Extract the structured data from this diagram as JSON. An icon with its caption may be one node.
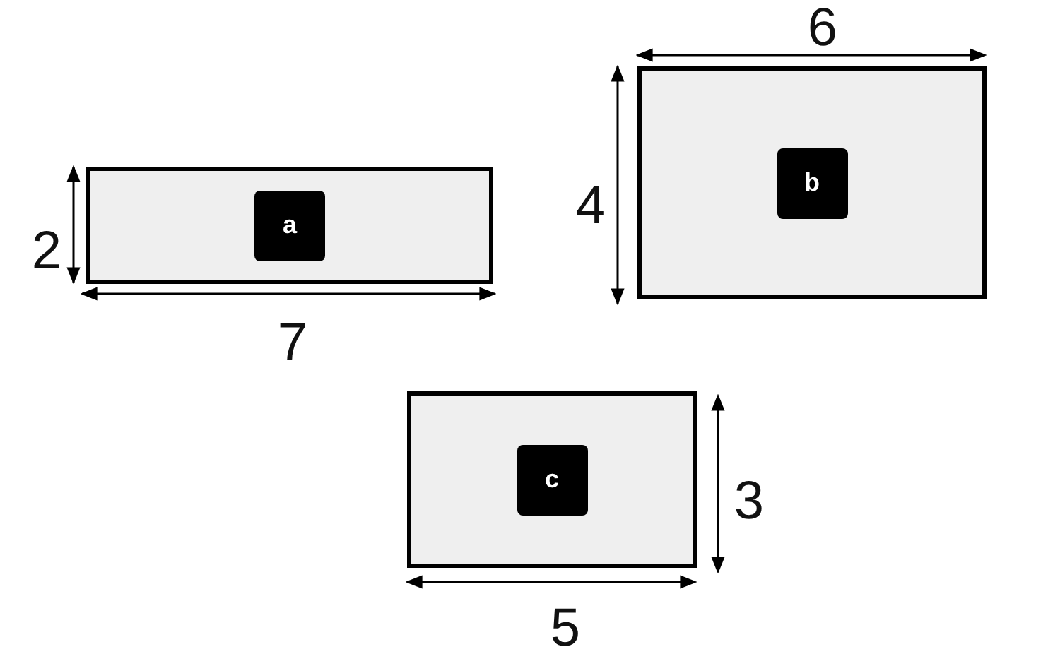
{
  "diagram": {
    "nodes": [
      {
        "text": [
          "a"
        ]
      },
      {
        "text": [
          "b"
        ]
      },
      {
        "text": [
          "c"
        ]
      }
    ],
    "edges": [],
    "labels": [
      "6",
      "4",
      "2",
      "7",
      "3",
      "5"
    ]
  }
}
